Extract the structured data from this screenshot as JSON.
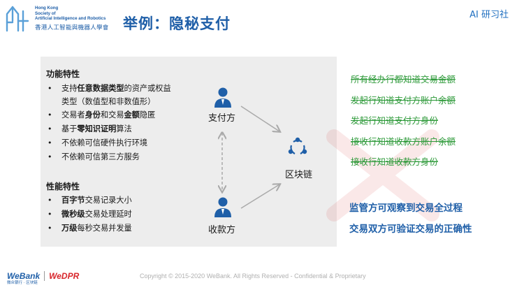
{
  "header": {
    "org_en_1": "Hong Kong",
    "org_en_2": "Society of",
    "org_en_3": "Artificial Intelligence and Robotics",
    "org_cn": "香港人工智能與機器人學會",
    "title": "举例：隐秘支付",
    "brand": "AI 研习社"
  },
  "functional": {
    "title": "功能特性",
    "items": [
      {
        "pre": "支持",
        "bold": "任意数据类型",
        "post": "的资产或权益"
      },
      {
        "pre": "交易者",
        "bold": "身份",
        "mid": "和交易",
        "bold2": "金额",
        "post": "隐匿"
      },
      {
        "pre": "基于",
        "bold": "零知识证明",
        "post": "算法"
      },
      {
        "pre": "不依赖可信硬件执行环境"
      },
      {
        "pre": "不依赖可信第三方服务"
      }
    ],
    "item1_cont": "类型（数值型和非数值形）"
  },
  "performance": {
    "title": "性能特性",
    "items": [
      {
        "bold": "百字节",
        "post": "交易记录大小"
      },
      {
        "bold": "微秒级",
        "post": "交易处理延时"
      },
      {
        "bold": "万级",
        "post": "每秒交易并发量"
      }
    ]
  },
  "diagram": {
    "payer": "支付方",
    "payee": "收款方",
    "chain": "区块链"
  },
  "statements": {
    "green": [
      "所有经办行都知道交易金额",
      "发起行知道支付方账户余额",
      "发起行知道支付方身份",
      "接收行知道收款方账户余额",
      "接收行知道收款方身份"
    ],
    "blue": [
      "监管方可观察到交易全过程",
      "交易双方可验证交易的正确性"
    ]
  },
  "footer": {
    "webank": "WeBank",
    "webank_sub": "微众银行 · 区块链",
    "wedpr": "WeDPR",
    "copyright": "Copyright © 2015-2020 WeBank. All Rights Reserved - Confidential & Proprietary"
  },
  "colors": {
    "brand_blue": "#1f5fa8",
    "green": "#2e9a3a",
    "red": "#d8262b",
    "panel_gray": "#ededed",
    "arrow_gray": "#aaaaaa"
  },
  "icons": [
    "hksair-logo-icon",
    "payer-person-icon",
    "payee-person-icon",
    "blockchain-cycle-icon",
    "watermark-cross-icon"
  ]
}
